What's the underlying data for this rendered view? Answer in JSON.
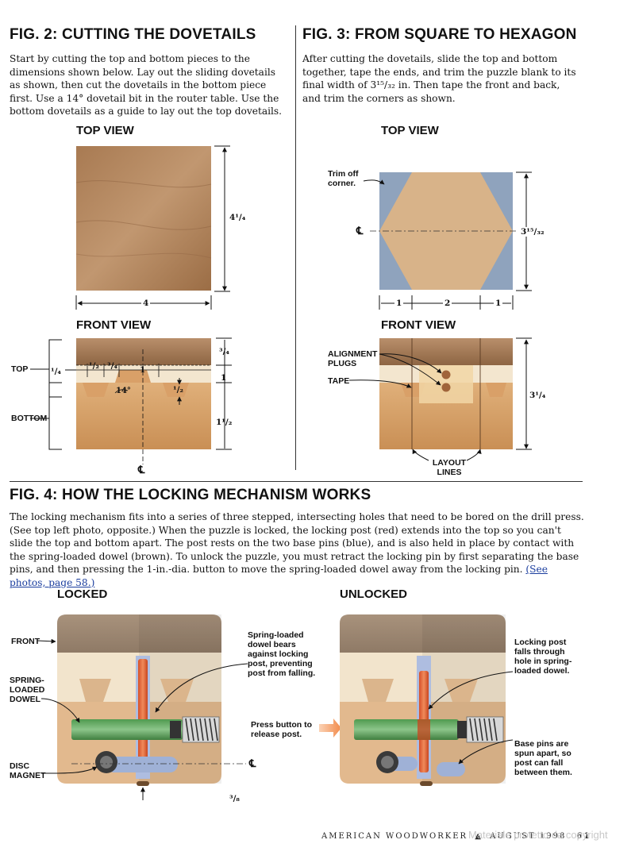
{
  "fig2": {
    "title": "FIG. 2: CUTTING THE DOVETAILS",
    "text": "Start by cutting the top and bottom pieces to the dimensions shown below. Lay out the sliding dovetails as shown, then cut the dovetails in the bottom piece first. Use a 14° dovetail bit in the router table. Use the bottom dovetails as a guide to lay out the top dovetails.",
    "top_view": "TOP VIEW",
    "front_view": "FRONT VIEW",
    "dim_height": "4¹/₄",
    "dim_width": "4",
    "dim_top_thick": "³/₄",
    "dim_mid": "1",
    "dim_bottom_thick": "1¹/₂",
    "dim_left": "¹/₄",
    "dim_a": "¹/₂",
    "dim_b": "³/₄",
    "dim_c": "1",
    "dim_depth": "¹/₂",
    "angle": "14°",
    "label_top": "TOP",
    "label_bottom": "BOTTOM",
    "centerline": "℄"
  },
  "fig3": {
    "title": "FIG. 3: FROM SQUARE TO HEXAGON",
    "text_before": "After cutting the dovetails, slide the top and bottom together, tape the ends, and trim the puzzle blank to its final width of ",
    "final_width": "3¹⁵/₃₂",
    "text_after": " in. Then tape the front and back, and trim the corners as shown.",
    "top_view": "TOP VIEW",
    "front_view": "FRONT VIEW",
    "trim_off": "Trim off corner.",
    "dim_width": "3¹⁵/₃₂",
    "dim_seg1": "1",
    "dim_seg2": "2",
    "dim_seg3": "1",
    "dim_height": "3¹/₄",
    "alignment_plugs": "ALIGNMENT PLUGS",
    "tape": "TAPE",
    "layout_lines": "LAYOUT LINES",
    "centerline": "℄"
  },
  "fig4": {
    "title": "FIG. 4: HOW THE LOCKING MECHANISM WORKS",
    "text": "The locking mechanism fits into a series of three stepped, intersecting holes that need to be bored on the drill press. (See top left photo, opposite.) When the puzzle is locked, the locking post (red) extends into the top so you can't slide the top and bottom apart. The post rests on the two base pins (blue), and is also held in place by contact with the spring-loaded dowel (brown). To unlock the puzzle, you must retract the locking pin by first separating the base pins, and then pressing the 1-in.-dia. button to move the spring-loaded dowel away from the locking pin.",
    "link_text": "(See photos, page 58.)",
    "locked": "LOCKED",
    "unlocked": "UNLOCKED",
    "front": "FRONT",
    "spring_loaded_dowel": "SPRING-LOADED DOWEL",
    "disc_magnet": "DISC MAGNET",
    "dowel_note": "Spring-loaded dowel bears against locking post, preventing post from falling.",
    "press_button": "Press button to release post.",
    "post_falls": "Locking post falls through hole in spring-loaded dowel.",
    "base_pins": "Base pins are spun apart, so post can fall between them.",
    "dim_bottom": "³/₈",
    "centerline": "℄"
  },
  "footer": {
    "magazine": "AMERICAN WOODWORKER",
    "issue": "AUGUST 1998",
    "page": "61"
  },
  "watermark": "Materiale protetto da copyright"
}
